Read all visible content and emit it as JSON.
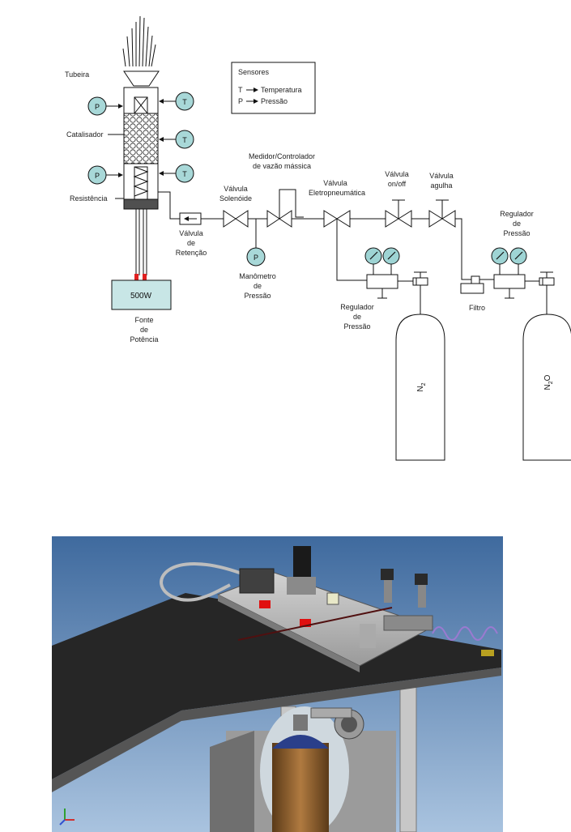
{
  "schematic": {
    "labels": {
      "tubeira": "Tubeira",
      "catalisador": "Catalisador",
      "resistencia": "Resistência",
      "sensores_title": "Sensores",
      "legend_t_symbol": "T",
      "legend_t_text": "Temperatura",
      "legend_p_symbol": "P",
      "legend_p_text": "Pressão",
      "medidor_line1": "Medidor/Controlador",
      "medidor_line2": "de vazão mássica",
      "valvula_solenoide_l1": "Válvula",
      "valvula_solenoide_l2": "Solenóide",
      "valvula_eletro_l1": "Válvula",
      "valvula_eletro_l2": "Eletropneumática",
      "valvula_onoff_l1": "Válvula",
      "valvula_onoff_l2": "on/off",
      "valvula_agulha_l1": "Válvula",
      "valvula_agulha_l2": "agulha",
      "regulador_right_l1": "Regulador",
      "regulador_right_l2": "de",
      "regulador_right_l3": "Pressão",
      "valvula_retencao_l1": "Válvula",
      "valvula_retencao_l2": "de",
      "valvula_retencao_l3": "Retenção",
      "manometro_l1": "Manômetro",
      "manometro_l2": "de",
      "manometro_l3": "Pressão",
      "regulador_left_l1": "Regulador",
      "regulador_left_l2": "de",
      "regulador_left_l3": "Pressão",
      "filtro": "Filtro",
      "power_box": "500W",
      "fonte_l1": "Fonte",
      "fonte_l2": "de",
      "fonte_l3": "Potência",
      "cylinder_n2": "N",
      "cylinder_n2_sub": "2",
      "cylinder_n2o_a": "N",
      "cylinder_n2o_sub": "2",
      "cylinder_n2o_b": "O",
      "sensor_p": "P",
      "sensor_t": "T"
    },
    "colors": {
      "line": "#1a1a1a",
      "sensor_fill": "#a8d8d8",
      "box_fill": "#c8e6e6",
      "gauge_fill": "#9ed4d4",
      "resistance_bottom": "#505050"
    }
  },
  "render": {
    "description_icon": "cad-render-image",
    "colors": {
      "sky_top": "#3f6a9e",
      "sky_bottom": "#a9c3df",
      "table_top": "#262626",
      "plate": "#b5b5b5",
      "red_marker": "#e01010",
      "cylinder": "#8a5a2a",
      "cylinder_cap": "#2a3f8a"
    }
  }
}
